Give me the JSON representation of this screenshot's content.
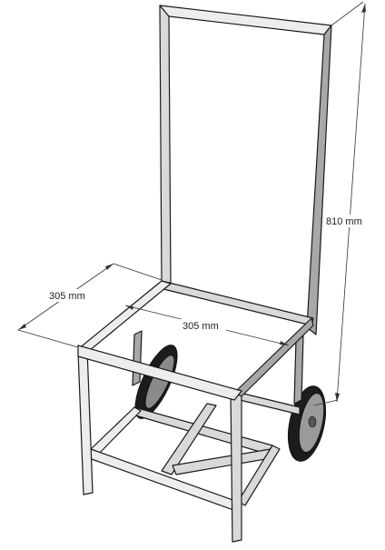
{
  "dimensions": {
    "height": "810 mm",
    "depth": "305 mm",
    "width": "305 mm"
  },
  "colors": {
    "frame_light": "#ededed",
    "frame_mid": "#d9d9d9",
    "frame_dark": "#a8a8a8",
    "tire": "#1c1c1c",
    "outline": "#1a1a1a"
  }
}
